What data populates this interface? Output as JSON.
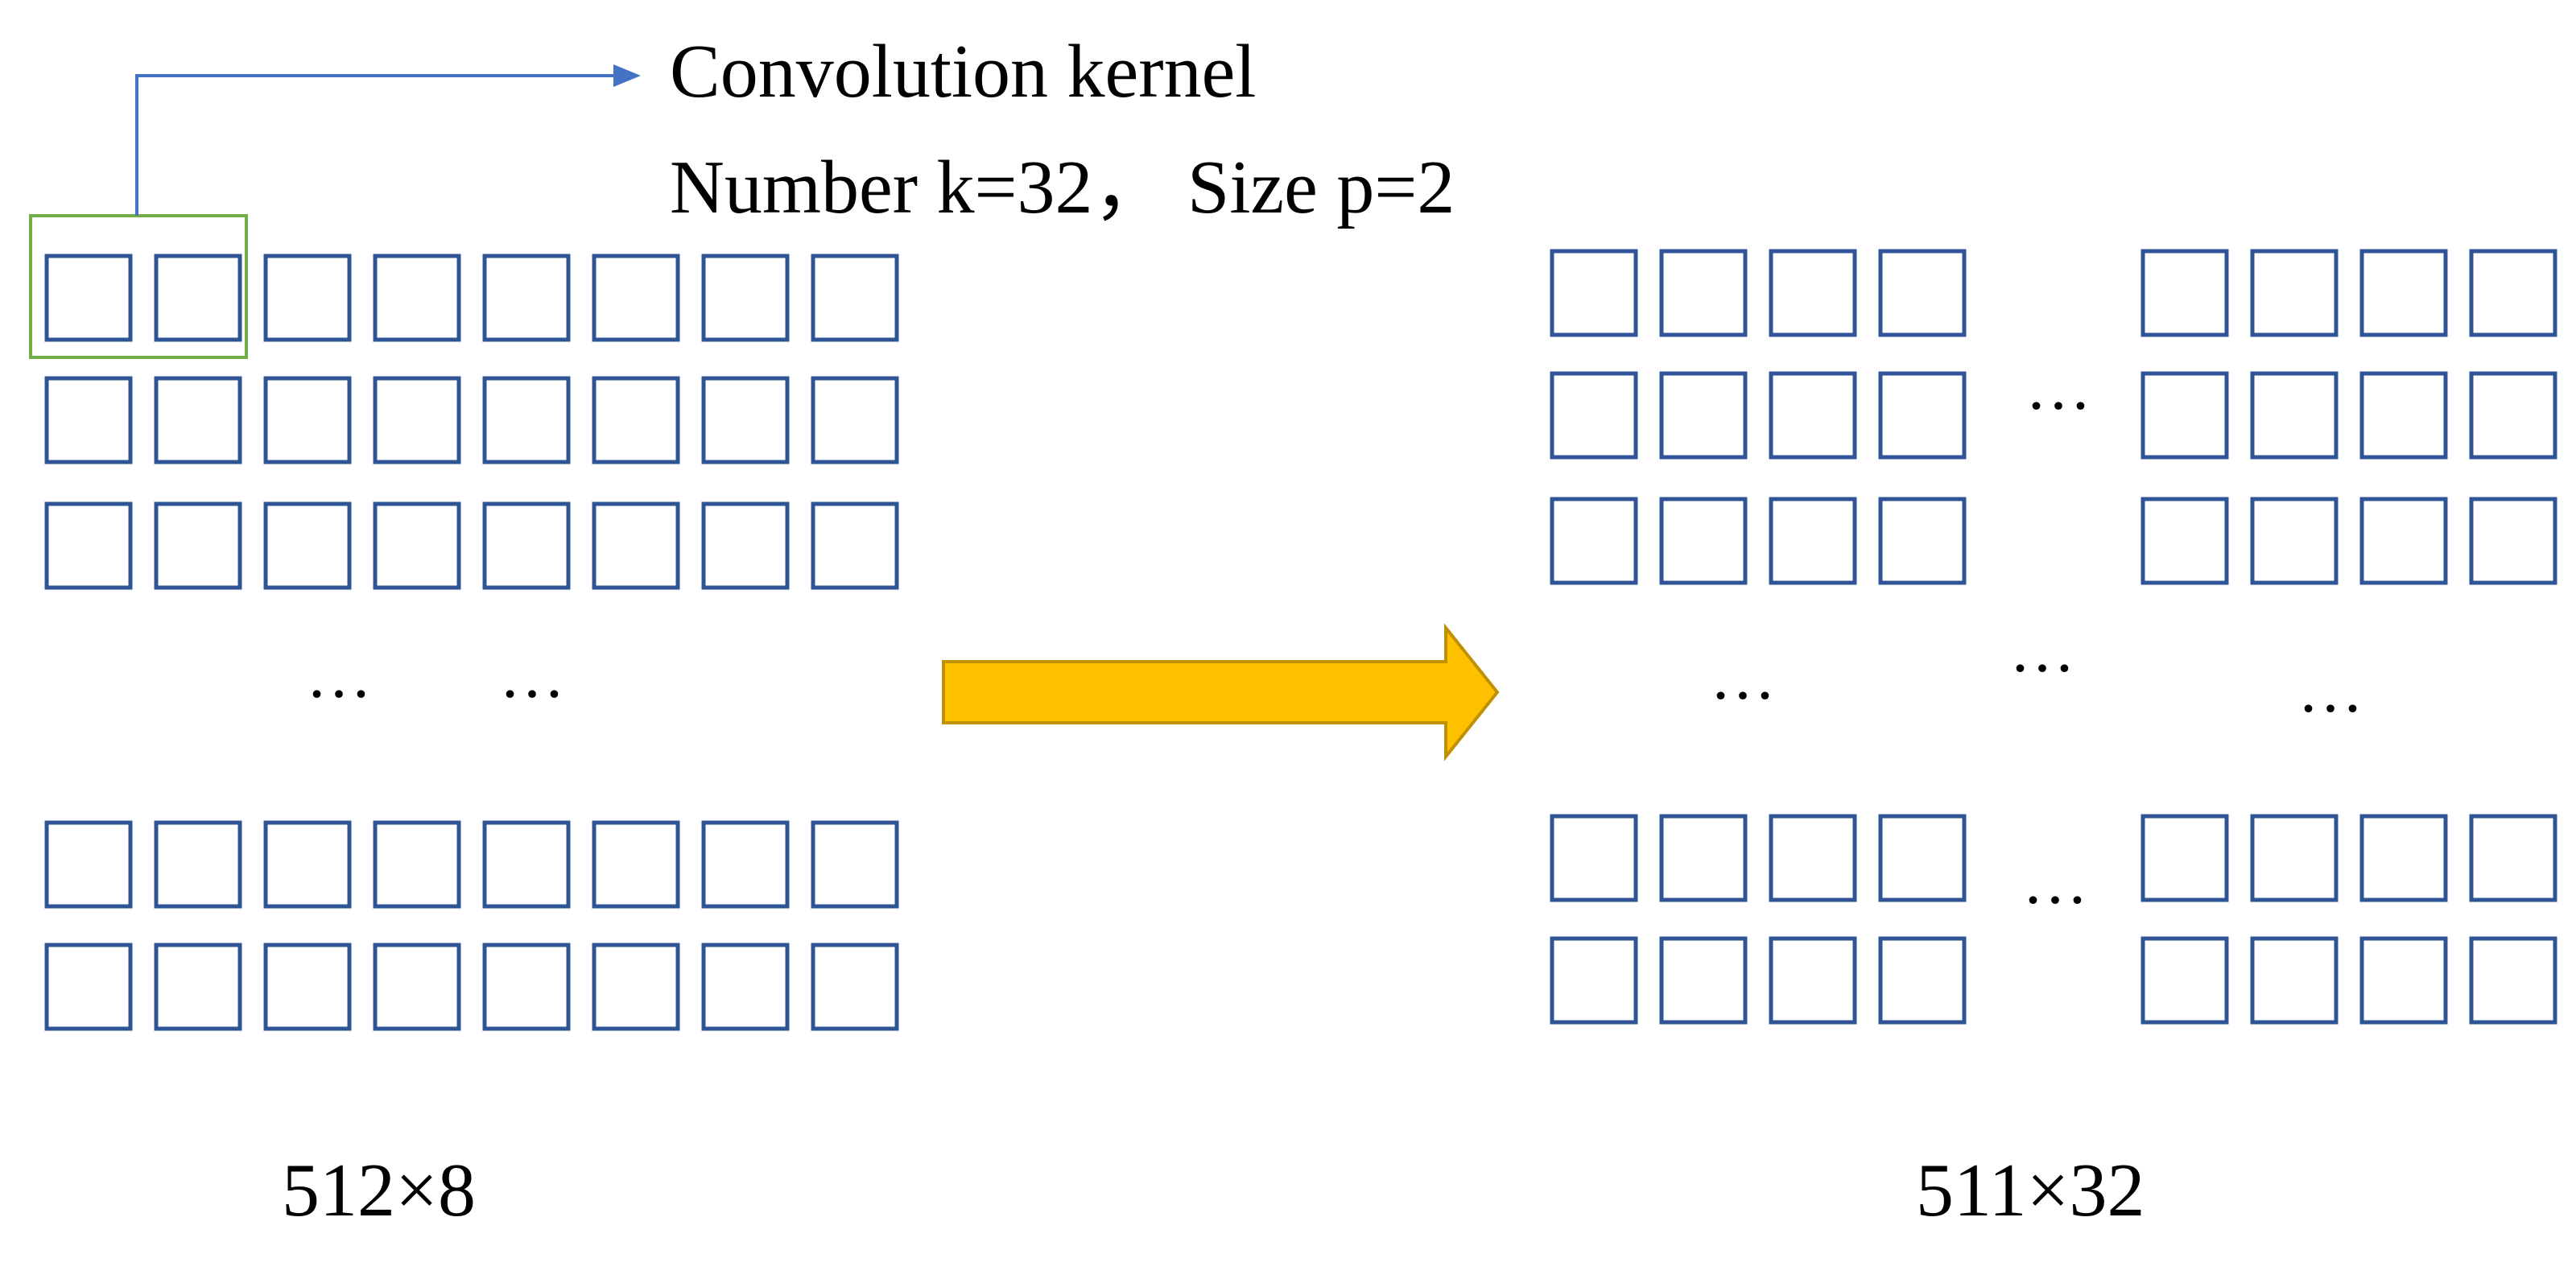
{
  "kernel": {
    "title": "Convolution kernel",
    "params": "Number k=32， Size p=2"
  },
  "input": {
    "dim_label": "512×8"
  },
  "output": {
    "dim_label": "511×32"
  },
  "ellipsis": "…",
  "colors": {
    "cell_stroke": "#2F5597",
    "kernel_box": "#70AD47",
    "pointer_line": "#4472C4",
    "arrow_fill": "#FFC000",
    "arrow_stroke": "#BF9000"
  }
}
